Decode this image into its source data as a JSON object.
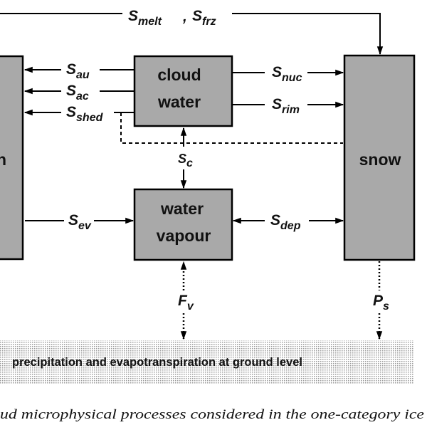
{
  "boxes": {
    "cloud_water": {
      "line1": "cloud",
      "line2": "water"
    },
    "water_vapour": {
      "line1": "water",
      "line2": "vapour"
    },
    "snow": {
      "label": "snow"
    },
    "left_partial": {
      "label": "n"
    }
  },
  "fluxes": {
    "s_melt": {
      "base": "S",
      "sub": "melt"
    },
    "s_frz": {
      "base": "S",
      "sub": "frz"
    },
    "separator": ",",
    "s_au": {
      "base": "S",
      "sub": "au"
    },
    "s_ac": {
      "base": "S",
      "sub": "ac"
    },
    "s_shed": {
      "base": "S",
      "sub": "shed"
    },
    "s_nuc": {
      "base": "S",
      "sub": "nuc"
    },
    "s_rim": {
      "base": "S",
      "sub": "rim"
    },
    "s_c": {
      "base": "S",
      "sub": "c"
    },
    "s_ev": {
      "base": "S",
      "sub": "ev"
    },
    "s_dep": {
      "base": "S",
      "sub": "dep"
    },
    "f_v": {
      "base": "F",
      "sub": "v"
    },
    "p_s": {
      "base": "P",
      "sub": "s"
    }
  },
  "ground": {
    "label": "precipitation and evapotranspiration at ground level"
  },
  "caption": {
    "text": "ud microphysical processes considered in the one-category ice"
  },
  "colors": {
    "box_fill": "#a9a9a9",
    "line": "#000000",
    "ground_dots": "#bfbfbf"
  }
}
